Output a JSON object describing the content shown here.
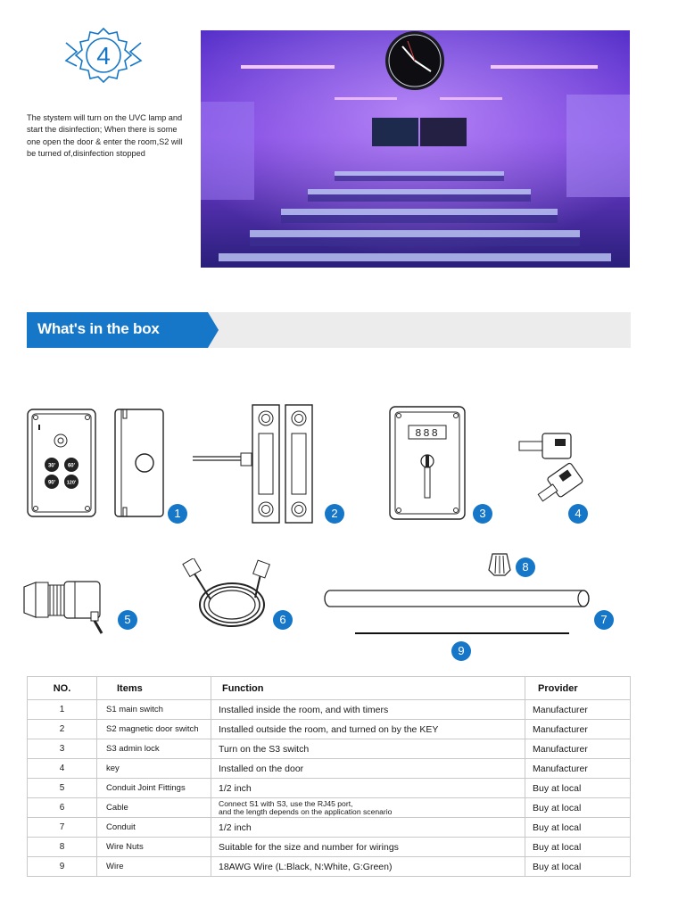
{
  "step": {
    "number": "4",
    "description": "The stystem will turn on the UVC lamp and start the disinfection; When there is some one open the door & enter the room,S2 will be turned of,disinfection stopped"
  },
  "section": {
    "title": "What's in the box"
  },
  "colors": {
    "accent": "#1677c8",
    "badge": "#1677c8",
    "section_bg": "#ececec"
  },
  "item_badges": [
    "1",
    "2",
    "3",
    "4",
    "5",
    "6",
    "7",
    "8",
    "9"
  ],
  "main_switch_buttons": [
    "30'",
    "60'",
    "90'",
    "120'"
  ],
  "admin_lock_display": "888",
  "table": {
    "headers": {
      "no": "NO.",
      "items": "Items",
      "function": "Function",
      "provider": "Provider"
    },
    "rows": [
      {
        "no": "1",
        "item": "S1 main switch",
        "function": "Installed inside the room, and with timers",
        "function2": "",
        "provider": "Manufacturer"
      },
      {
        "no": "2",
        "item": "S2 magnetic door switch",
        "function": "Installed outside the room, and turned on by the KEY",
        "function2": "",
        "provider": "Manufacturer"
      },
      {
        "no": "3",
        "item": "S3 admin lock",
        "function": "Turn on the S3 switch",
        "function2": "",
        "provider": "Manufacturer"
      },
      {
        "no": "4",
        "item": "key",
        "function": "Installed on the door",
        "function2": "",
        "provider": "Manufacturer"
      },
      {
        "no": "5",
        "item": "Conduit Joint Fittings",
        "function": "1/2  inch",
        "function2": "",
        "provider": "Buy at local"
      },
      {
        "no": "6",
        "item": "Cable",
        "function": "Connect S1 with S3, use the RJ45 port,",
        "function2": "and the length depends on the application scenario",
        "provider": "Buy at local"
      },
      {
        "no": "7",
        "item": "Conduit",
        "function": "1/2 inch",
        "function2": "",
        "provider": "Buy at local"
      },
      {
        "no": "8",
        "item": "Wire Nuts",
        "function": "Suitable for the size and number for wirings",
        "function2": "",
        "provider": "Buy at local"
      },
      {
        "no": "9",
        "item": "Wire",
        "function": "18AWG Wire (L:Black, N:White, G:Green)",
        "function2": "",
        "provider": "Buy at local"
      }
    ]
  }
}
